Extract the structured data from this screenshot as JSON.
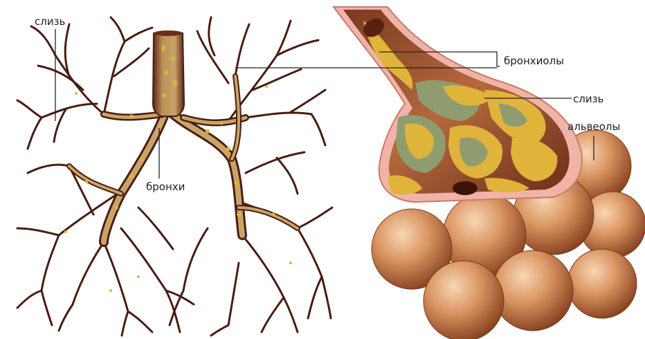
{
  "labels": {
    "mucus_left": "слизь",
    "bronchi": "бронхи",
    "bronchioles": "бронхиолы",
    "mucus_right": "слизь",
    "alveoli": "альвеолы"
  },
  "colors": {
    "airway_wall": "#5a2418",
    "airway_inner": "#c9a468",
    "mucus": "#e0b43a",
    "alveolus_light": "#f3c9a0",
    "alveolus_mid": "#d98f5c",
    "alveolus_dark": "#8a4320",
    "membrane_pink": "#f0b3a8",
    "mucus_green": "#8f9c70"
  }
}
